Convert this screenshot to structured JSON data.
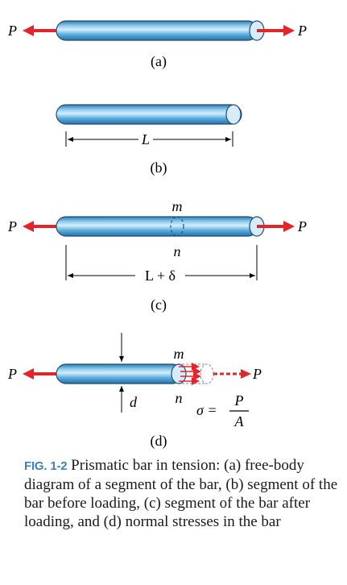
{
  "colors": {
    "arrow_red": "#e2252b",
    "bar_blue": "#5aaee0",
    "bar_light": "#d6edf9",
    "bar_dark": "#2f79b0",
    "caption_blue": "#3f82b5"
  },
  "panels": {
    "a": {
      "label": "(a)",
      "left_force": "P",
      "right_force": "P"
    },
    "b": {
      "label": "(b)",
      "length": "L"
    },
    "c": {
      "label": "(c)",
      "left_force": "P",
      "right_force": "P",
      "section_top": "m",
      "section_bottom": "n",
      "length": "L + δ"
    },
    "d": {
      "label": "(d)",
      "left_force": "P",
      "right_force": "P",
      "section_top": "m",
      "section_bottom": "n",
      "diameter": "d",
      "stress_symbol": "σ =",
      "stress_num": "P",
      "stress_den": "A"
    }
  },
  "caption": {
    "fig": "FIG. 1-2",
    "text": "Prismatic bar in tension: (a) free-body diagram of a segment of the bar, (b) segment of the bar before loading, (c) segment of the bar after loading, and (d) normal stresses in the bar"
  }
}
